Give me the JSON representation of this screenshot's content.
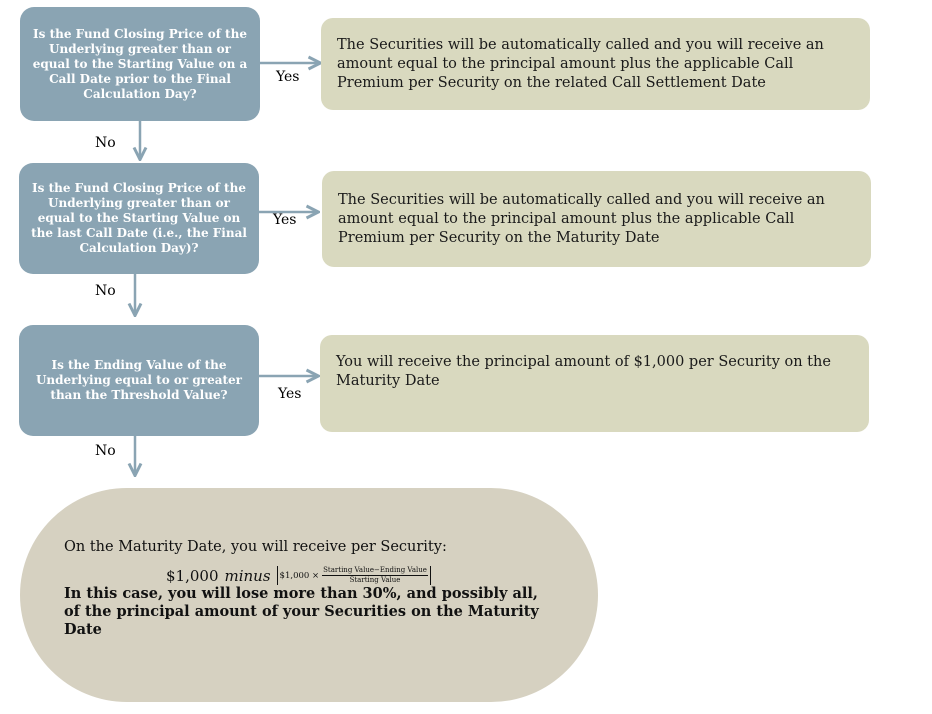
{
  "questions": [
    "Is the Fund Closing Price of the Underlying greater than or equal to the Starting Value on a Call Date prior to the Final Calculation Day?",
    "Is the Fund Closing Price of the Underlying greater than or equal to the Starting Value on the last Call Date (i.e., the Final Calculation Day)?",
    "Is the Ending Value of the Underlying equal to or greater than the Threshold Value?"
  ],
  "outcomes": [
    "The Securities will be automatically called and you will receive an amount equal to the principal amount plus the applicable Call Premium per Security on the related Call Settlement Date",
    "The Securities will be automatically called and you will receive an amount equal to the principal amount plus the applicable Call Premium per Security on the Maturity Date",
    "You will receive the principal amount of $1,000 per Security on the Maturity Date"
  ],
  "labels": {
    "yes": "Yes",
    "no": "No"
  },
  "final": {
    "intro": "On the Maturity Date, you will receive per Security:",
    "formula_amount": "$1,000",
    "formula_minus": "minus",
    "formula_inner": "$1,000 ×",
    "formula_numerator": "Starting Value−Ending Value",
    "formula_denominator": "Starting Value",
    "warning": "In this case, you will lose more than 30%, and possibly all, of the principal amount of your Securities on the Maturity Date"
  },
  "colors": {
    "question_box": "#8aa4b3",
    "outcome_box": "#d9d9bf",
    "final_box": "#d6d1c1",
    "arrow": "#8aa4b3"
  }
}
